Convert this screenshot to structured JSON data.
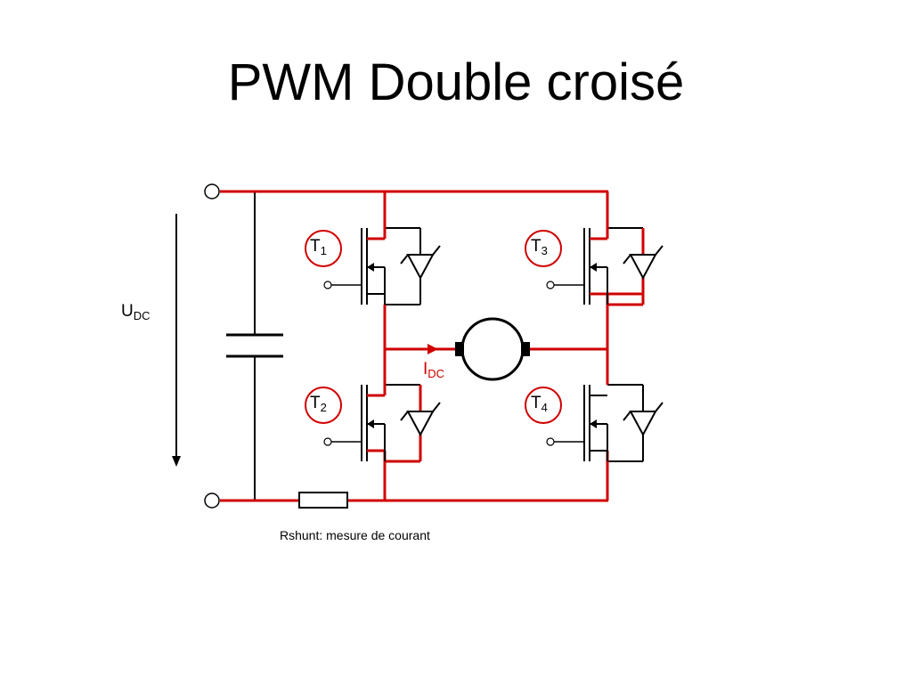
{
  "slide": {
    "title": "PWM Double croisé",
    "caption": "Rshunt: mesure de courant"
  },
  "labels": {
    "udc": {
      "main": "U",
      "sub": "DC"
    },
    "idc": {
      "main": "I",
      "sub": "DC"
    },
    "t1": {
      "main": "T",
      "sub": "1"
    },
    "t2": {
      "main": "T",
      "sub": "2"
    },
    "t3": {
      "main": "T",
      "sub": "3"
    },
    "t4": {
      "main": "T",
      "sub": "4"
    }
  },
  "colors": {
    "active_path": "#d00000",
    "wire": "#000000",
    "background": "#ffffff"
  }
}
